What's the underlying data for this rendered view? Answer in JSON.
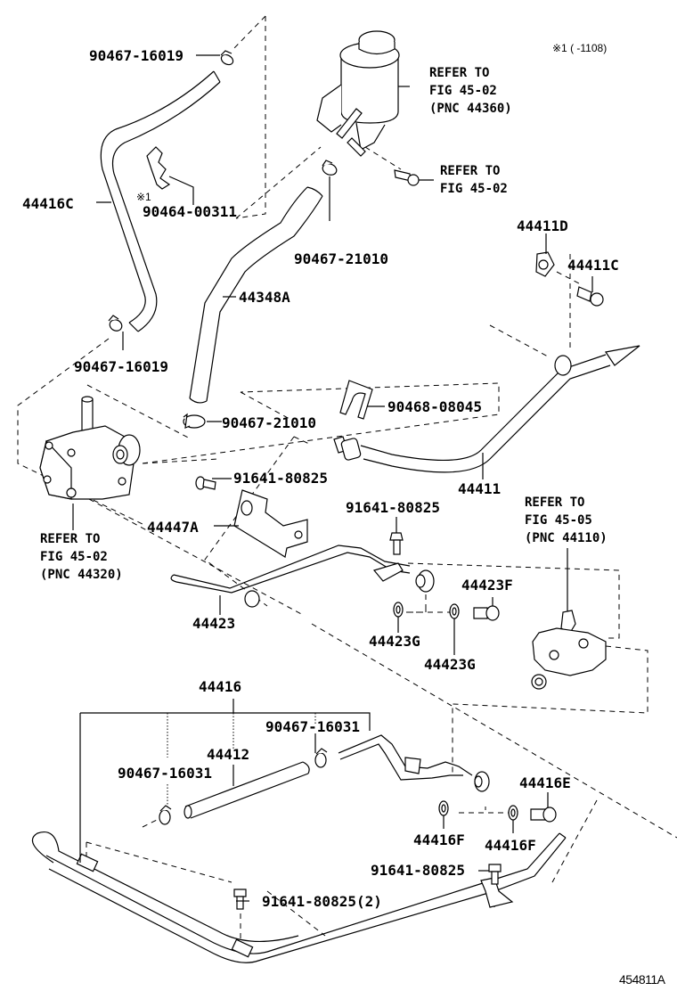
{
  "diagram": {
    "title": "Power steering vane pump & reservoir / hoses parts diagram",
    "figure_id": "454811A",
    "footnote": "※1 (   -1108)",
    "footnote_marker": "※1",
    "callouts": {
      "clamp_top": "90467-16019",
      "hose_return": "44416C",
      "clip_note": "※1",
      "clip": "90464-00311",
      "reservoir_ref": [
        "REFER TO",
        "FIG 45-02",
        "(PNC 44360)"
      ],
      "reservoir_bolt_ref": [
        "REFER TO",
        "FIG 45-02"
      ],
      "clamp_reservoir": "90467-21010",
      "hose_suction": "44348A",
      "union_clamp": "44411D",
      "union_bolt": "44411C",
      "clamp_lower_left": "90467-16019",
      "clip_pipe": "90468-08045",
      "clamp_pump": "90467-21010",
      "bolt_bracket": "91641-80825",
      "pressure_tube": "44411",
      "bracket": "44447A",
      "pump_ref": [
        "REFER TO",
        "FIG 45-02",
        "(PNC 44320)"
      ],
      "bolt_return_tube": "91641-80825",
      "gear_ref": [
        "REFER TO",
        "FIG 45-05",
        "(PNC 44110)"
      ],
      "return_tube": "44423",
      "union_bolt_return": "44423F",
      "gasket_1": "44423G",
      "gasket_2": "44423G",
      "cooler_tube": "44416",
      "clamp_cooler_right": "90467-16031",
      "hose_cooler": "44412",
      "clamp_cooler_left": "90467-16031",
      "union_bolt_cooler": "44416E",
      "gasket_cooler_1": "44416F",
      "gasket_cooler_2": "44416F",
      "bolt_cooler_clamp": "91641-80825",
      "bolts_cooler": "91641-80825(2)"
    }
  }
}
